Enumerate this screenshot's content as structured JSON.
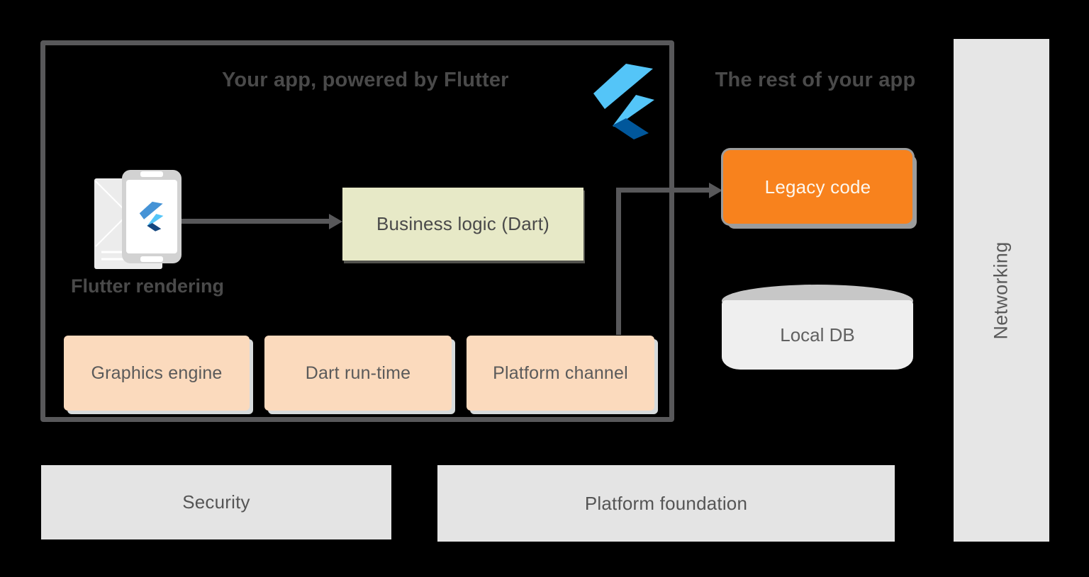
{
  "diagram": {
    "flutter_section": {
      "title": "Your app, powered by Flutter",
      "rendering_label": "Flutter rendering",
      "business_logic_label": "Business logic (Dart)",
      "engine_boxes": [
        "Graphics engine",
        "Dart run-time",
        "Platform channel"
      ]
    },
    "native_section": {
      "title": "The rest of your app",
      "legacy_code_label": "Legacy code",
      "local_db_label": "Local DB",
      "networking_label": "Networking",
      "security_label": "Security",
      "platform_foundation_label": "Platform foundation"
    },
    "colors": {
      "background": "#000000",
      "box_border": "#58585a",
      "cream_box": "#e7e9c7",
      "peach_box": "#fbdabd",
      "legacy_orange": "#f8821d",
      "gray_bar": "#e4e4e4",
      "db_top": "#c7c7c7",
      "db_body": "#efefef",
      "flutter_light_blue": "#54c5f8",
      "flutter_dark_blue": "#01579b",
      "title_text": "#4a4a4a"
    }
  }
}
